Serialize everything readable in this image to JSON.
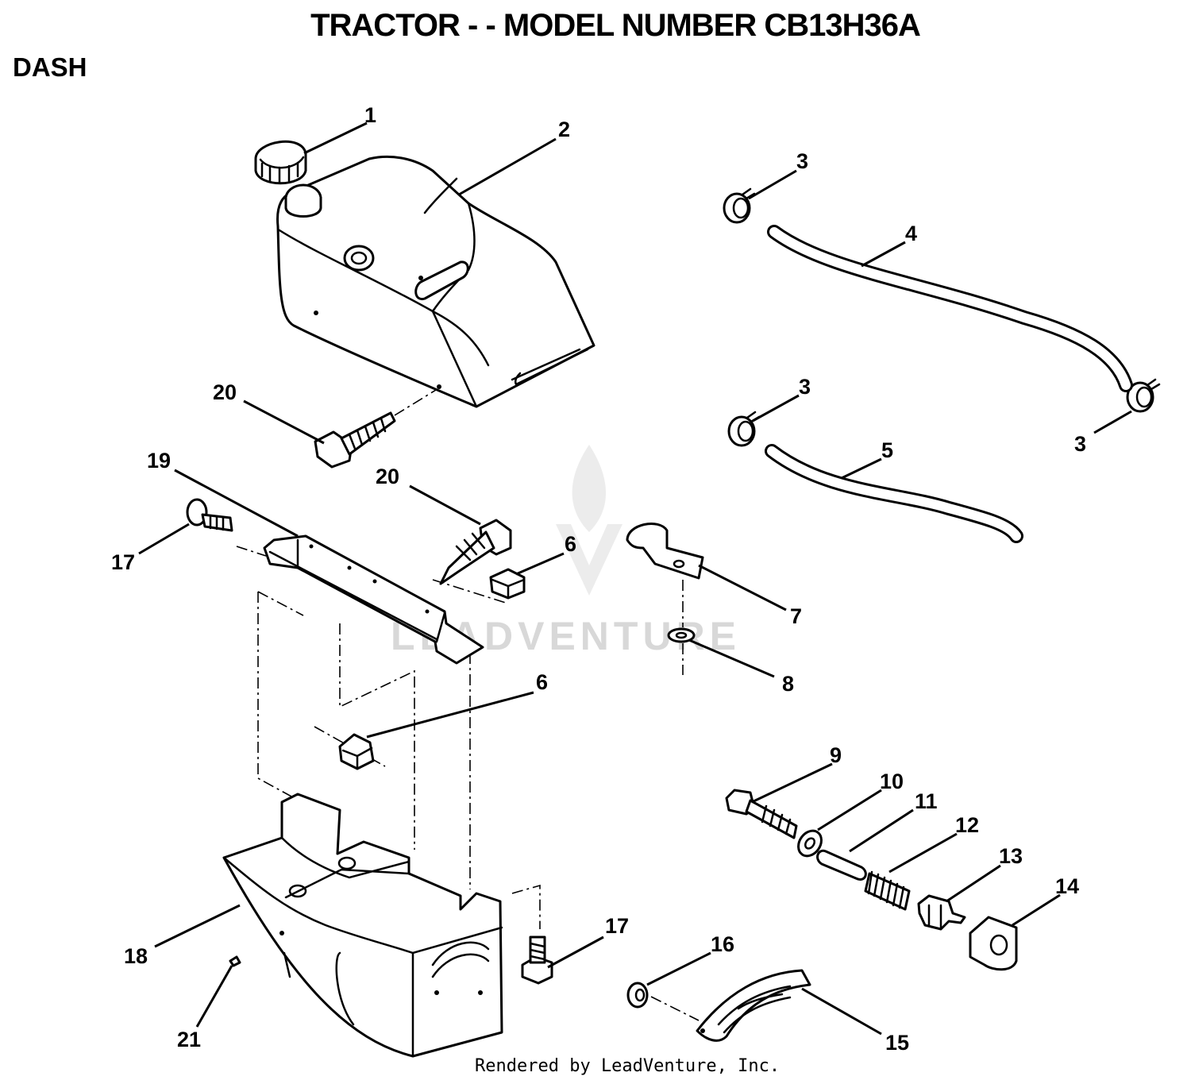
{
  "title": "TRACTOR - - MODEL NUMBER CB13H36A",
  "section": "DASH",
  "footer": "Rendered by LeadVenture, Inc.",
  "watermark": "LEADVENTURE",
  "callouts": [
    "1",
    "2",
    "3",
    "4",
    "3",
    "5",
    "3",
    "20",
    "19",
    "20",
    "17",
    "6",
    "7",
    "8",
    "6",
    "9",
    "10",
    "11",
    "12",
    "13",
    "14",
    "17",
    "16",
    "18",
    "21",
    "15"
  ]
}
